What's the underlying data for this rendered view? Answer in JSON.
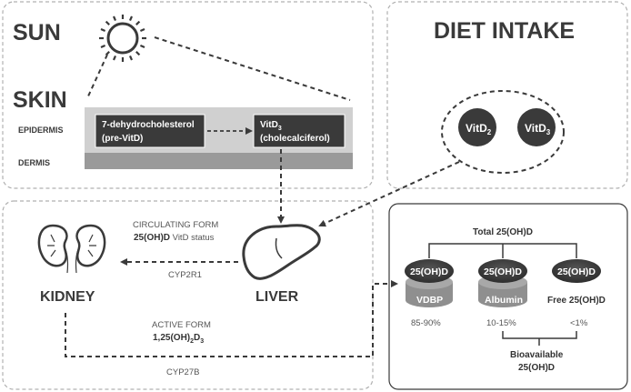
{
  "labels": {
    "sun": "SUN",
    "diet_intake": "DIET INTAKE",
    "skin": "SKIN",
    "epidermis": "EPIDERMIS",
    "dermis": "DERMIS",
    "kidney": "KIDNEY",
    "liver": "LIVER"
  },
  "skin_boxes": {
    "precursor_line1": "7-dehydrocholesterol",
    "precursor_line2": "(pre-VitD)",
    "product_line1": "VitD",
    "product_line1_sub": "3",
    "product_line2": "(cholecalciferol)"
  },
  "diet": {
    "vitd2": "VitD",
    "vitd2_sub": "2",
    "vitd3": "VitD",
    "vitd3_sub": "3"
  },
  "circulating": {
    "title": "CIRCULATING FORM",
    "line2_bold": "25(OH)D",
    "line2_rest": " VitD status",
    "enzyme": "CYP2R1"
  },
  "active": {
    "title": "ACTIVE FORM",
    "formula_a": "1,25(OH)",
    "formula_sub1": "2",
    "formula_b": "D",
    "formula_sub2": "3",
    "enzyme": "CYP27B"
  },
  "bioavail": {
    "total": "Total 25(OH)D",
    "pill1": "25(OH)D",
    "pill2": "25(OH)D",
    "pill3": "25(OH)D",
    "vdbp": "VDBP",
    "albumin": "Albumin",
    "free": "Free 25(OH)D",
    "pct1": "85-90%",
    "pct2": "10-15%",
    "pct3": "<1%",
    "bio_line1": "Bioavailable",
    "bio_line2": "25(OH)D"
  },
  "colors": {
    "dark": "#3a3a3a",
    "panel_border": "#b0b0b0",
    "skin_light": "#d0d0d0",
    "skin_dark": "#9a9a9a"
  },
  "icons": [
    "sun-icon",
    "kidney-icon",
    "liver-icon"
  ]
}
